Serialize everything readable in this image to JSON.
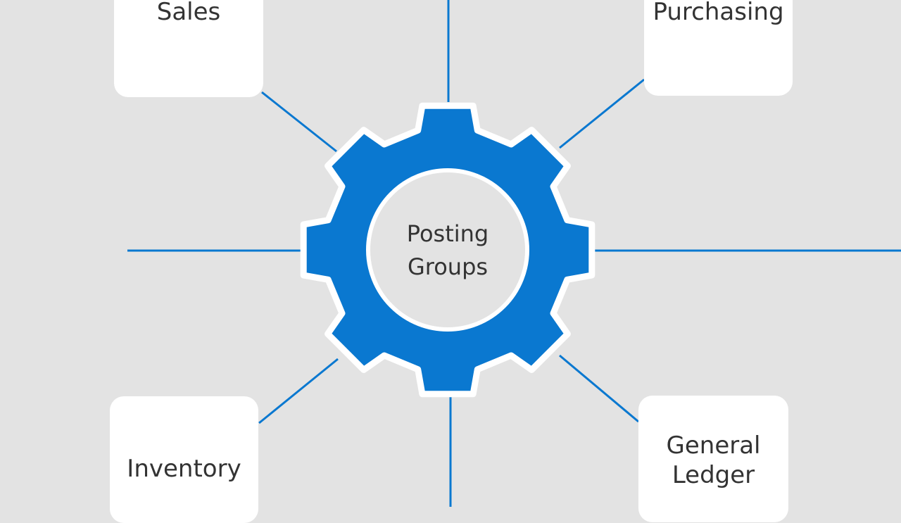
{
  "center": {
    "line1": "Posting",
    "line2": "Groups"
  },
  "nodes": {
    "sales": "Sales",
    "purchasing": "Purchasing",
    "inventory": "Inventory",
    "general_ledger_line1": "General",
    "general_ledger_line2": "Ledger"
  },
  "colors": {
    "background": "#e3e3e3",
    "card": "#ffffff",
    "gear": "#0a78d0",
    "connector": "#0a78d0",
    "text": "#333333"
  },
  "icons": {
    "hub": "gear-icon"
  }
}
